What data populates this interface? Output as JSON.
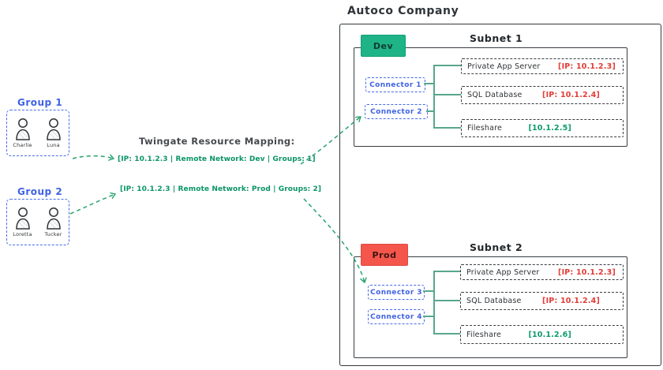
{
  "title": "Autoco Company",
  "groups": [
    {
      "label": "Group 1",
      "members": [
        "Charlie",
        "Luna"
      ]
    },
    {
      "label": "Group 2",
      "members": [
        "Loretta",
        "Tucker"
      ]
    }
  ],
  "mapping": {
    "title": "Twingate Resource Mapping:",
    "entries": [
      "[IP: 10.1.2.3 | Remote Network: Dev | Groups: 1]",
      "[IP: 10.1.2.3 | Remote Network: Prod | Groups: 2]"
    ]
  },
  "subnets": [
    {
      "label": "Subnet 1",
      "env_tag": "Dev",
      "connectors": [
        "Connector 1",
        "Connector 2"
      ],
      "resources": [
        {
          "name": "Private App Server",
          "ip": "[IP: 10.1.2.3]",
          "ip_color": "red"
        },
        {
          "name": "SQL Database",
          "ip": "[IP: 10.1.2.4]",
          "ip_color": "red"
        },
        {
          "name": "Fileshare",
          "ip": "[10.1.2.5]",
          "ip_color": "green"
        }
      ]
    },
    {
      "label": "Subnet 2",
      "env_tag": "Prod",
      "connectors": [
        "Connector 3",
        "Connector 4"
      ],
      "resources": [
        {
          "name": "Private App Server",
          "ip": "[IP: 10.1.2.3]",
          "ip_color": "red"
        },
        {
          "name": "SQL Database",
          "ip": "[IP: 10.1.2.4]",
          "ip_color": "red"
        },
        {
          "name": "Fileshare",
          "ip": "[10.1.2.6]",
          "ip_color": "green"
        }
      ]
    }
  ],
  "icons": {
    "member": "person-icon"
  },
  "colors": {
    "blue": "#466ce8",
    "green_text": "#0a9467",
    "red_text": "#e23b36",
    "arrow_green": "#27a36d",
    "tree_green": "#58a68e",
    "dev_fill": "#1fb487",
    "prod_fill": "#f5564b",
    "dark": "#2f3438"
  }
}
